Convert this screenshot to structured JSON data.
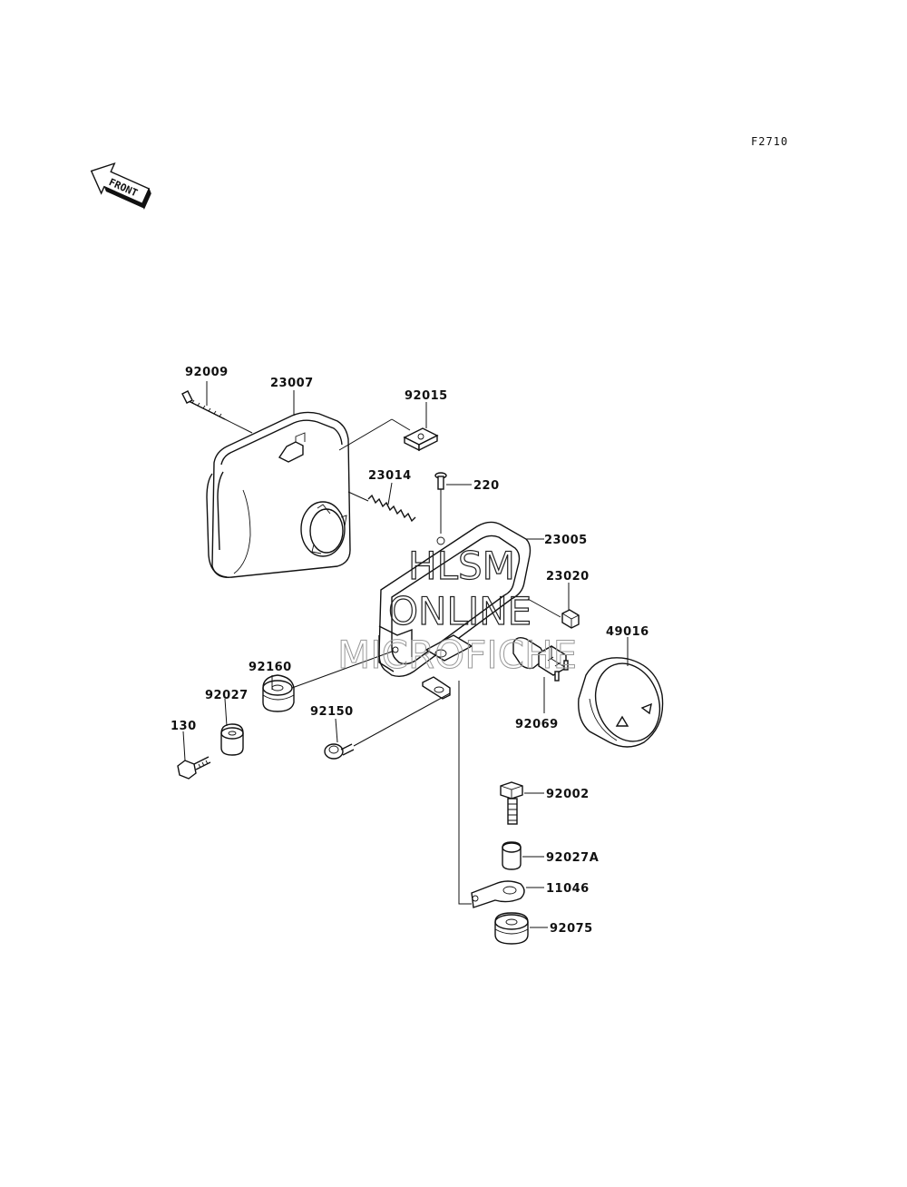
{
  "figure_code": "F2710",
  "front_label": "FRONT",
  "watermark": {
    "line1": "HLSM",
    "line2": "ONLINE",
    "line3": "MICROFICHE"
  },
  "parts": [
    {
      "id": "p92009",
      "label": "92009"
    },
    {
      "id": "p23007",
      "label": "23007"
    },
    {
      "id": "p92015",
      "label": "92015"
    },
    {
      "id": "p23014",
      "label": "23014"
    },
    {
      "id": "p220",
      "label": "220"
    },
    {
      "id": "p23005",
      "label": "23005"
    },
    {
      "id": "p23020",
      "label": "23020"
    },
    {
      "id": "p49016",
      "label": "49016"
    },
    {
      "id": "p92160",
      "label": "92160"
    },
    {
      "id": "p92027",
      "label": "92027"
    },
    {
      "id": "p130",
      "label": "130"
    },
    {
      "id": "p92150",
      "label": "92150"
    },
    {
      "id": "p92069",
      "label": "92069"
    },
    {
      "id": "p92002",
      "label": "92002"
    },
    {
      "id": "p92027A",
      "label": "92027A"
    },
    {
      "id": "p11046",
      "label": "11046"
    },
    {
      "id": "p92075",
      "label": "92075"
    }
  ]
}
